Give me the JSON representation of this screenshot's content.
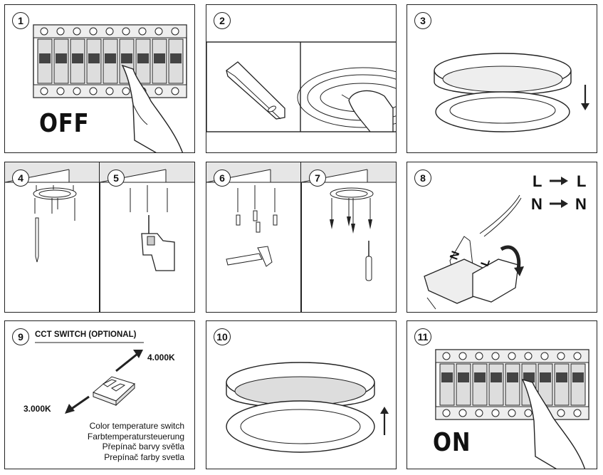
{
  "steps": {
    "s1": {
      "number": "1",
      "label": "OFF"
    },
    "s2": {
      "number": "2"
    },
    "s3": {
      "number": "3"
    },
    "s4": {
      "number": "4"
    },
    "s5": {
      "number": "5"
    },
    "s6": {
      "number": "6"
    },
    "s7": {
      "number": "7"
    },
    "s8": {
      "number": "8",
      "l_from": "L",
      "l_to": "L",
      "n_from": "N",
      "n_to": "N",
      "terminal_n": "N",
      "terminal_l": "L"
    },
    "s9": {
      "number": "9",
      "title": "CCT SWITCH (OPTIONAL)",
      "high": "4.000K",
      "low": "3.000K",
      "languages": [
        "Color temperature switch",
        "Farbtemperatursteuerung",
        "Přepínač barvy světla",
        "Prepínač farby svetla"
      ]
    },
    "s10": {
      "number": "10"
    },
    "s11": {
      "number": "11",
      "label": "ON"
    }
  }
}
